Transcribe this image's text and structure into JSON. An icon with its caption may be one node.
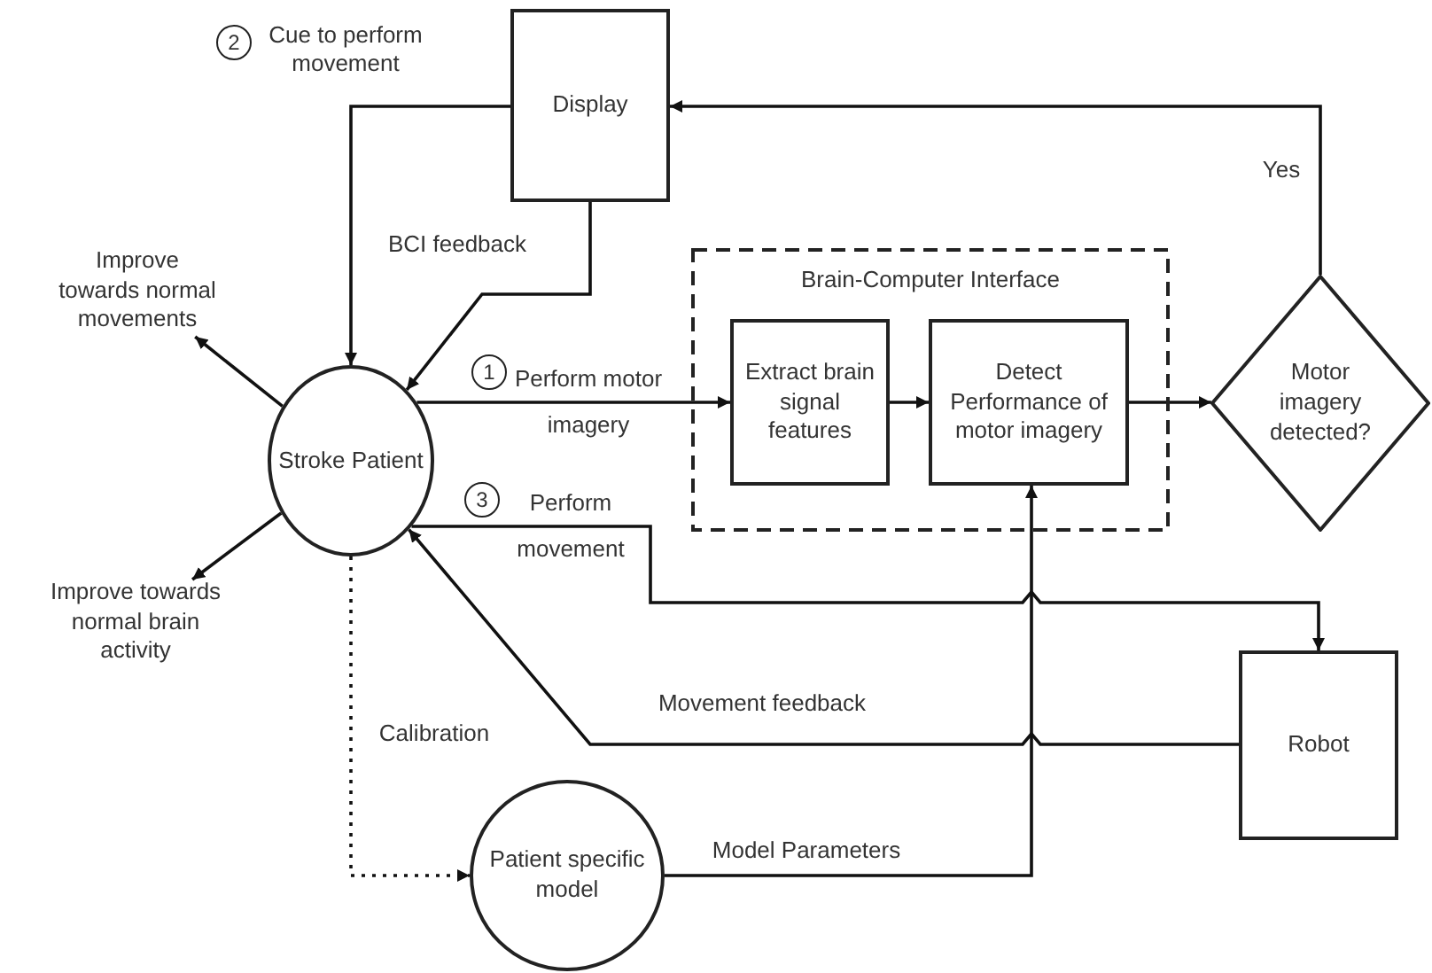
{
  "diagram": {
    "nodes": [
      {
        "text": [
          "Display"
        ]
      },
      {
        "text": [
          "Stroke Patient"
        ]
      },
      {
        "text": [
          "Improve towards normal movements"
        ]
      },
      {
        "text": [
          "Improve towards normal brain activity"
        ]
      },
      {
        "text": [
          "Brain-Computer Interface"
        ]
      },
      {
        "text": [
          "Extract brain signal features"
        ],
        "in": 4
      },
      {
        "text": [
          "Detect Performance of motor imagery"
        ],
        "in": 4
      },
      {
        "text": [
          "Motor imagery detected?"
        ]
      },
      {
        "text": [
          "Robot"
        ]
      },
      {
        "text": [
          "Patient specific model"
        ]
      }
    ],
    "edges": [
      {
        "from": 0,
        "to": 1,
        "arrow": "to",
        "label": "Cue to perform movement"
      },
      {
        "from": 0,
        "to": 1,
        "arrow": "to",
        "label": "BCI feedback"
      },
      {
        "from": 1,
        "to": 5,
        "arrow": "to",
        "label": "Perform motor imagery"
      },
      {
        "from": 5,
        "to": 6,
        "arrow": "to"
      },
      {
        "from": 6,
        "to": 7,
        "arrow": "to"
      },
      {
        "from": 7,
        "to": 0,
        "arrow": "to",
        "label": "Yes"
      },
      {
        "from": 1,
        "to": 8,
        "arrow": "to",
        "label": "Perform movement"
      },
      {
        "from": 8,
        "to": 1,
        "arrow": "to",
        "label": "Movement feedback"
      },
      {
        "from": 1,
        "to": 9,
        "arrow": "to",
        "label": "Calibration",
        "style": "dashed"
      },
      {
        "from": 9,
        "to": 6,
        "arrow": "to",
        "label": "Model Parameters"
      },
      {
        "from": 1,
        "to": 2,
        "arrow": "to"
      },
      {
        "from": 1,
        "to": 3,
        "arrow": "to"
      }
    ],
    "labels": [
      "2",
      "1",
      "3"
    ]
  }
}
